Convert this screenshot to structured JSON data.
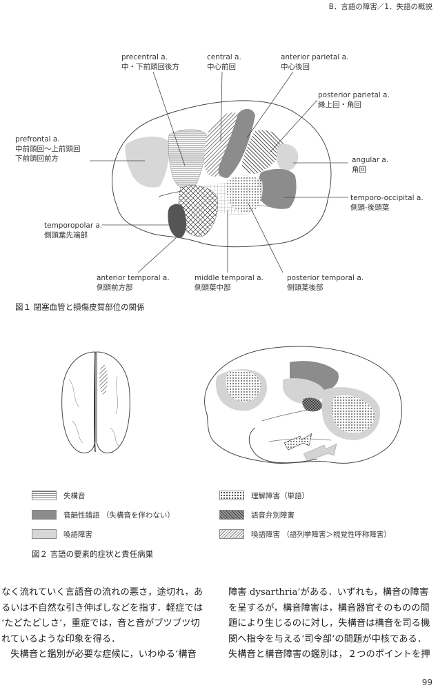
{
  "header": {
    "running_title": "B．言語の障害／1．失語の概説"
  },
  "fig1": {
    "caption": "図１ 閉塞血管と損傷皮質部位の関係",
    "labels": {
      "precentral": {
        "en": "precentral a.",
        "ja": "中・下前頭回後方"
      },
      "central": {
        "en": "central a.",
        "ja": "中心前回"
      },
      "anterior_parietal": {
        "en": "anterior parietal a.",
        "ja": "中心後回"
      },
      "posterior_parietal": {
        "en": "posterior parietal a.",
        "ja": "縁上回・角回"
      },
      "prefrontal": {
        "en": "prefrontal a.",
        "ja1": "中前頭回〜上前頭回",
        "ja2": "下前頭回前方"
      },
      "angular": {
        "en": "angular a.",
        "ja": "角回"
      },
      "temporo_occipital": {
        "en": "temporo-occipital a.",
        "ja": "側頭-後頭葉"
      },
      "temporopolar": {
        "en": "temporopolar a.",
        "ja": "側頭葉先端部"
      },
      "anterior_temporal": {
        "en": "anterior temporal a.",
        "ja": "側頭前方部"
      },
      "middle_temporal": {
        "en": "middle temporal a.",
        "ja": "側頭葉中部"
      },
      "posterior_temporal": {
        "en": "posterior temporal a.",
        "ja": "側頭葉後部"
      }
    }
  },
  "fig2": {
    "caption": "図２ 言語の要素的症状と責任病巣",
    "legend": [
      {
        "label": "失構音",
        "pattern": "horizontal-lines"
      },
      {
        "label": "音韻性錯語 （失構音を伴わない）",
        "pattern": "dark-gray"
      },
      {
        "label": "喚語障害",
        "pattern": "light-gray"
      },
      {
        "label": "理解障害（単語）",
        "pattern": "dots"
      },
      {
        "label": "語音弁別障害",
        "pattern": "crosshatch"
      },
      {
        "label": "喚語障害 （語列挙障害＞視覚性呼称障害）",
        "pattern": "diagonal-lines"
      }
    ]
  },
  "body": {
    "left": [
      "なく流れていく言語音の流れの悪さ，途切れ，あ",
      "るいは不自然な引き伸ばしなどを指す．軽症では",
      "‘たどたどしさ’，重症では，音と音がブツブツ切",
      "れているような印象を得る．",
      "　失構音と鑑別が必要な症候に，いわゆる‘構音"
    ],
    "right": [
      "障害 dysarthria’がある．いずれも，構音の障害",
      "を呈するが，構音障害は，構音器官そのものの問",
      "題により生じるのに対し，失構音は構音を司る機",
      "関へ指令を与える‘司令部’の問題が中核である．",
      "失構音と構音障害の鑑別は，２つのポイントを押"
    ]
  },
  "page_number": "99"
}
